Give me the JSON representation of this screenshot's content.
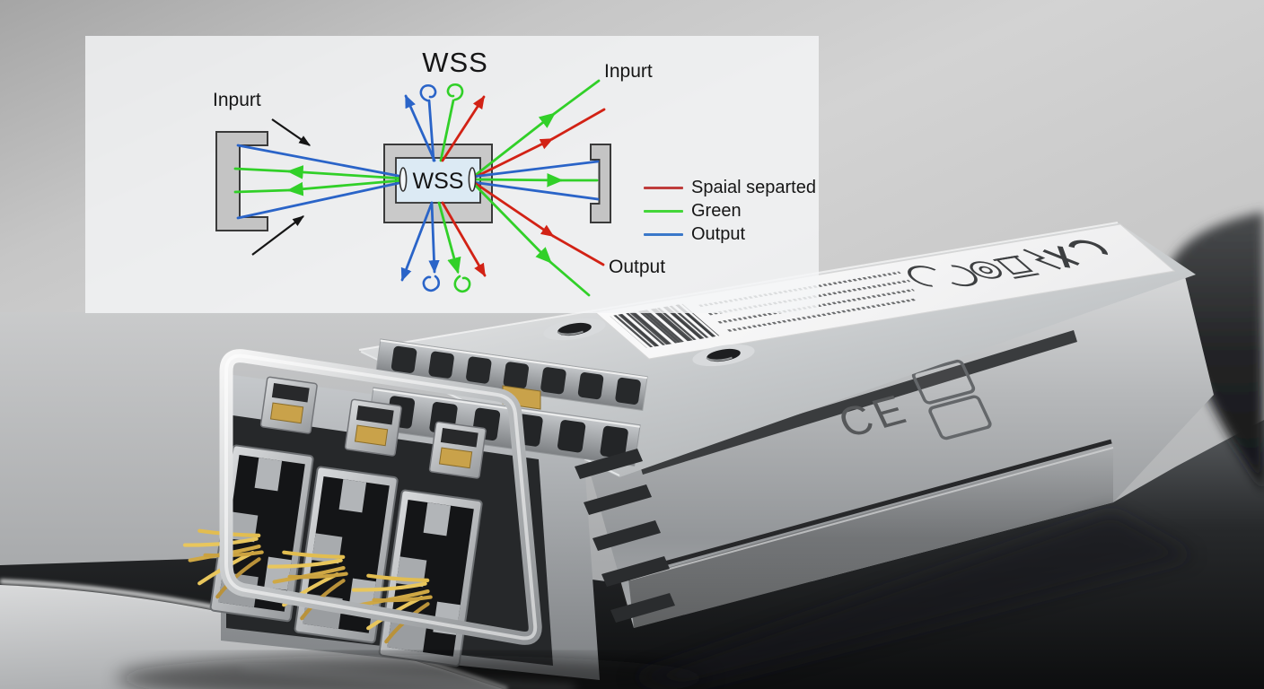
{
  "overlay": {
    "title": "WSS",
    "wss_box_label": "WSS",
    "labels": {
      "left_input": "Inpurt",
      "right_input": "Inpurt",
      "bottom_output": "Output"
    },
    "legend": [
      {
        "label": "Spaial separted",
        "color": "#bf3d3c"
      },
      {
        "label": "Green",
        "color": "#44d63a"
      },
      {
        "label": "Output",
        "color": "#3a78c9"
      }
    ],
    "ray_colors": {
      "red": "#d22215",
      "green": "#31d028",
      "blue": "#2a64c8",
      "annotation": "#151515"
    },
    "panel_background": "#f4f5f6"
  },
  "photo": {
    "ce_mark": "CE",
    "label_icons": [
      "barcode",
      "ce-mark",
      "recycling-mark",
      "weee-bin-mark",
      "lightning-mark",
      "ukca-mark"
    ],
    "fiber_color": "#e6c258",
    "body_color": "#c0c3c5",
    "cable_color": "#1d1e20"
  }
}
